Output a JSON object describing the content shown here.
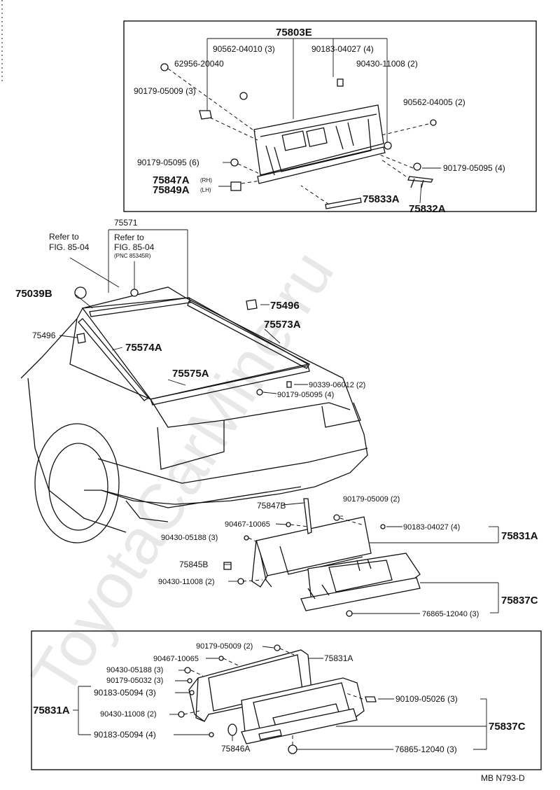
{
  "watermark": "ToyotaCarMine.ru",
  "footer_code": "MB  N793-D",
  "top_box": {
    "assembly": "75803E",
    "callouts": {
      "c1": "90562-04010 (3)",
      "c2": "90183-04027 (4)",
      "c3": "62956-20040",
      "c4": "90430-11008 (2)",
      "c5": "90179-05009 (3)",
      "c6": "90562-04005 (2)",
      "c7": "90179-05095 (6)",
      "c8": "90179-05095 (4)",
      "c9": "75847A",
      "c9s": "(RH)",
      "c10": "75849A",
      "c10s": "(LH)",
      "c11": "75833A",
      "c12": "75832A"
    }
  },
  "middle": {
    "c75571": "75571",
    "refer1_a": "Refer to",
    "refer1_b": "FIG. 85-04",
    "refer2_a": "Refer to",
    "refer2_b": "FIG. 85-04",
    "refer2_c": "(PNC 85345R)",
    "c75039B": "75039B",
    "c75496a": "75496",
    "c75496b": "75496",
    "c75573A": "75573A",
    "c75574A": "75574A",
    "c75575A": "75575A",
    "c90339": "90339-06012 (2)",
    "c90179": "90179-05095 (4)",
    "c75847B": "75847B",
    "c90179b": "90179-05009 (2)",
    "c90467": "90467-10065",
    "c90183": "90183-04027 (4)",
    "c75831A": "75831A",
    "c90430a": "90430-05188 (3)",
    "c75845B": "75845B",
    "c90430b": "90430-11008 (2)",
    "c75837C": "75837C",
    "c76865": "76865-12040 (3)"
  },
  "bottom_box": {
    "c90179a": "90179-05009 (2)",
    "c90467": "90467-10065",
    "c75831A_r": "75831A",
    "c90430a": "90430-05188 (3)",
    "c90179b": "90179-05032 (3)",
    "c90183a": "90183-05094 (3)",
    "c75831A_l": "75831A",
    "c90430b": "90430-11008 (2)",
    "c90183b": "90183-05094 (4)",
    "c75846A": "75846A",
    "c90109": "90109-05026 (3)",
    "c75837C": "75837C",
    "c76865": "76865-12040 (3)"
  }
}
